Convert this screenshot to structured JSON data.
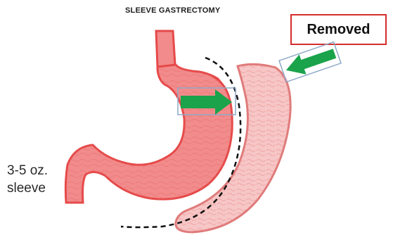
{
  "title": "SLEEVE GASTRECTOMY",
  "removed_label": "Removed",
  "sleeve_label": {
    "line1": "3-5 oz.",
    "line2": "sleeve"
  },
  "colors": {
    "stomach_fill": "#f28b8b",
    "stomach_outline": "#e64a4a",
    "removed_fill": "#f7c6c6",
    "arrow_fill": "#1aa34a",
    "arrow_box": "#8fa9c8",
    "removed_box_border": "#d42d2d",
    "cut_line": "#111111"
  }
}
